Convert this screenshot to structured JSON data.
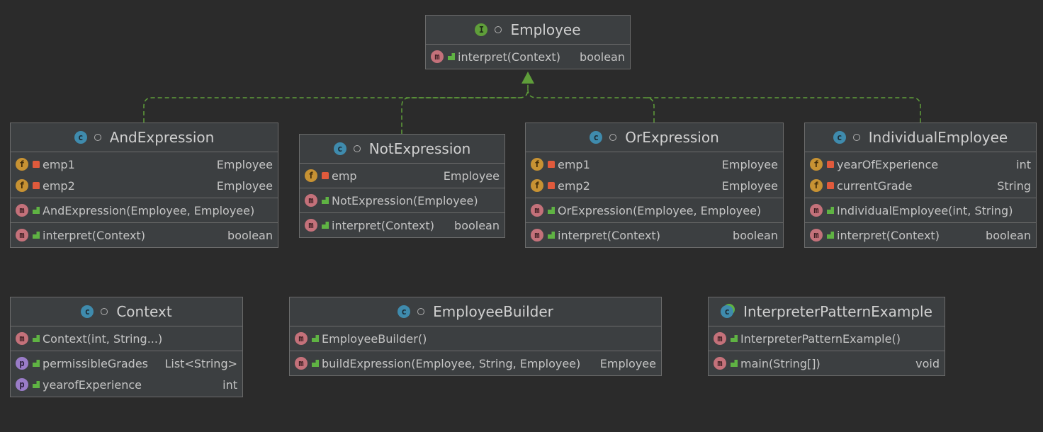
{
  "nodes": [
    {
      "id": "employee",
      "kind": "interface",
      "title": "Employee",
      "sections": [
        [
          {
            "badge": "m",
            "vis": "public",
            "name": "interpret(Context)",
            "type": "boolean"
          }
        ]
      ]
    },
    {
      "id": "and",
      "kind": "class",
      "title": "AndExpression",
      "sections": [
        [
          {
            "badge": "f",
            "vis": "private",
            "name": "emp1",
            "type": "Employee"
          },
          {
            "badge": "f",
            "vis": "private",
            "name": "emp2",
            "type": "Employee"
          }
        ],
        [
          {
            "badge": "m",
            "vis": "public",
            "name": "AndExpression(Employee, Employee)",
            "type": ""
          }
        ],
        [
          {
            "badge": "m",
            "vis": "public",
            "name": "interpret(Context)",
            "type": "boolean"
          }
        ]
      ]
    },
    {
      "id": "not",
      "kind": "class",
      "title": "NotExpression",
      "sections": [
        [
          {
            "badge": "f",
            "vis": "private",
            "name": "emp",
            "type": "Employee"
          }
        ],
        [
          {
            "badge": "m",
            "vis": "public",
            "name": "NotExpression(Employee)",
            "type": ""
          }
        ],
        [
          {
            "badge": "m",
            "vis": "public",
            "name": "interpret(Context)",
            "type": "boolean"
          }
        ]
      ]
    },
    {
      "id": "or",
      "kind": "class",
      "title": "OrExpression",
      "sections": [
        [
          {
            "badge": "f",
            "vis": "private",
            "name": "emp1",
            "type": "Employee"
          },
          {
            "badge": "f",
            "vis": "private",
            "name": "emp2",
            "type": "Employee"
          }
        ],
        [
          {
            "badge": "m",
            "vis": "public",
            "name": "OrExpression(Employee, Employee)",
            "type": ""
          }
        ],
        [
          {
            "badge": "m",
            "vis": "public",
            "name": "interpret(Context)",
            "type": "boolean"
          }
        ]
      ]
    },
    {
      "id": "individual",
      "kind": "class",
      "title": "IndividualEmployee",
      "sections": [
        [
          {
            "badge": "f",
            "vis": "private",
            "name": "yearOfExperience",
            "type": "int"
          },
          {
            "badge": "f",
            "vis": "private",
            "name": "currentGrade",
            "type": "String"
          }
        ],
        [
          {
            "badge": "m",
            "vis": "public",
            "name": "IndividualEmployee(int, String)",
            "type": ""
          }
        ],
        [
          {
            "badge": "m",
            "vis": "public",
            "name": "interpret(Context)",
            "type": "boolean"
          }
        ]
      ]
    },
    {
      "id": "context",
      "kind": "class",
      "title": "Context",
      "sections": [
        [
          {
            "badge": "m",
            "vis": "public",
            "name": "Context(int, String...)",
            "type": ""
          }
        ],
        [
          {
            "badge": "p",
            "vis": "public",
            "name": "permissibleGrades",
            "type": "List<String>"
          },
          {
            "badge": "p",
            "vis": "public",
            "name": "yearofExperience",
            "type": "int"
          }
        ]
      ]
    },
    {
      "id": "builder",
      "kind": "class",
      "title": "EmployeeBuilder",
      "sections": [
        [
          {
            "badge": "m",
            "vis": "public",
            "name": "EmployeeBuilder()",
            "type": ""
          }
        ],
        [
          {
            "badge": "m",
            "vis": "public",
            "name": "buildExpression(Employee, String, Employee)",
            "type": "Employee"
          }
        ]
      ]
    },
    {
      "id": "example",
      "kind": "runnable",
      "title": "InterpreterPatternExample",
      "sections": [
        [
          {
            "badge": "m",
            "vis": "public",
            "name": "InterpreterPatternExample()",
            "type": ""
          }
        ],
        [
          {
            "badge": "m",
            "vis": "public",
            "name": "main(String[])",
            "type": "void"
          }
        ]
      ]
    }
  ],
  "edges": [
    {
      "from": "and",
      "to": "employee",
      "kind": "implements"
    },
    {
      "from": "not",
      "to": "employee",
      "kind": "implements"
    },
    {
      "from": "or",
      "to": "employee",
      "kind": "implements"
    },
    {
      "from": "individual",
      "to": "employee",
      "kind": "implements"
    }
  ],
  "colors": {
    "background": "#2b2b2b",
    "node_fill": "#3c3f41",
    "node_border": "#6b6b6b",
    "edge": "#5f9e3a",
    "class_badge": "#3f8bad",
    "interface_badge": "#5f9e3a",
    "method_badge": "#c4717a",
    "field_badge": "#c79233",
    "property_badge": "#9a7cc8"
  }
}
